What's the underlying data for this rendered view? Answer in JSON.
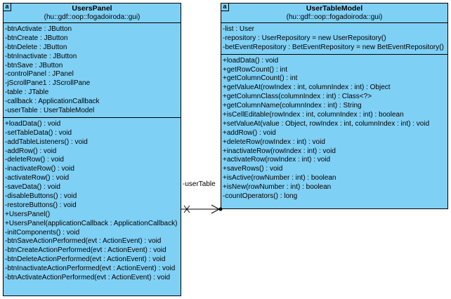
{
  "classes": {
    "users_panel": {
      "abstract_mark": "a",
      "name": "UsersPanel",
      "package": "(hu::gdf::oop::fogadoiroda::gui)",
      "attributes": [
        "-btnActivate : JButton",
        "-btnCreate : JButton",
        "-btnDelete : JButton",
        "-btnInactivate : JButton",
        "-btnSave : JButton",
        "-controlPanel : JPanel",
        "-jScrollPane1 : JScrollPane",
        "-table : JTable",
        "-callback : ApplicationCallback",
        "-userTable : UserTableModel"
      ],
      "operations": [
        "+loadData() : void",
        "-setTableData() : void",
        "-addTableListeners() : void",
        "-addRow() : void",
        "-deleteRow() : void",
        "-inactivateRow() : void",
        "-activateRow() : void",
        "-saveData() : void",
        "-disableButtons() : void",
        "-restoreButtons() : void",
        "+UsersPanel()",
        "+UsersPanel(applicationCallback : ApplicationCallback)",
        "-initComponents() : void",
        "-btnSaveActionPerformed(evt : ActionEvent) : void",
        "-btnCreateActionPerformed(evt : ActionEvent) : void",
        "-btnDeleteActionPerformed(evt : ActionEvent) : void",
        "-btnInactivateActionPerformed(evt : ActionEvent) : void",
        "-btnActivateActionPerformed(evt : ActionEvent) : void"
      ]
    },
    "user_table_model": {
      "abstract_mark": "a",
      "name": "UserTableModel",
      "package": "(hu::gdf::oop::fogadoiroda::gui)",
      "attributes": [
        "-list : User",
        "-repository : UserRepository = new UserRepository()",
        "-betEventRepository : BetEventRepository = new BetEventRepository()"
      ],
      "operations": [
        "+loadData() : void",
        "+getRowCount() : int",
        "+getColumnCount() : int",
        "+getValueAt(rowIndex : int, columnIndex : int) : Object",
        "+getColumnClass(columnIndex : int) : Class<?>",
        "+getColumnName(columnIndex : int) : String",
        "+isCellEditable(rowIndex : int, columnIndex : int) : boolean",
        "+setValueAt(value : Object, rowIndex : int, columnIndex : int) : void",
        "+addRow() : void",
        "+deleteRow(rowIndex : int) : void",
        "+inactivateRow(rowIndex : int) : void",
        "+activateRow(rowIndex : int) : void",
        "+saveRows() : void",
        "+isActive(rowNumber : int) : boolean",
        "+isNew(rowNumber : int) : boolean",
        "-countOperators() : long"
      ]
    }
  },
  "association": {
    "role_label": "-userTable"
  }
}
